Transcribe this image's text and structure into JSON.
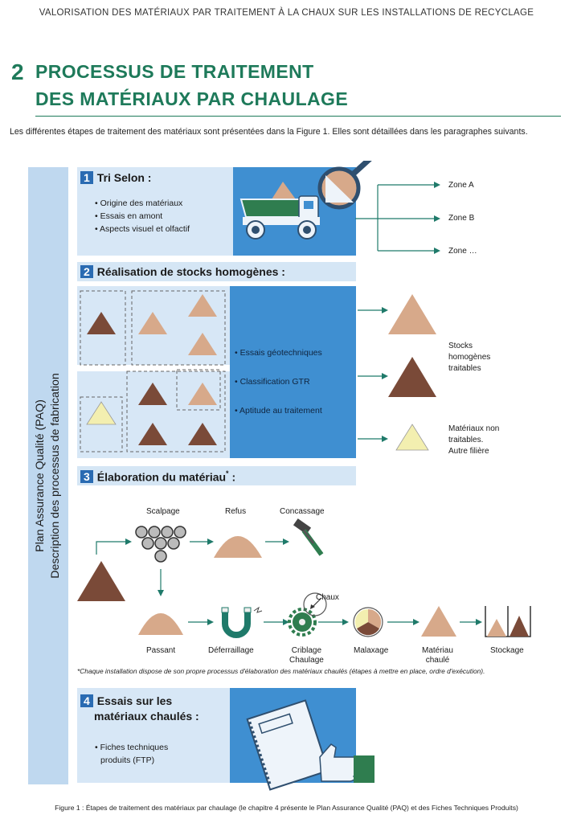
{
  "header": {
    "running_title": "VALORISATION DES MATÉRIAUX PAR TRAITEMENT À LA CHAUX SUR LES INSTALLATIONS DE RECYCLAGE"
  },
  "section": {
    "number": "2",
    "title_line1": "PROCESSUS DE TRAITEMENT",
    "title_line2": "DES MATÉRIAUX PAR CHAULAGE"
  },
  "intro": "Les différentes étapes de traitement des matériaux sont présentées dans la Figure 1. Elles sont détaillées dans les paragraphes suivants.",
  "sidebar": {
    "line1": "Plan Assurance Qualité (PAQ)",
    "line2": "Description des processus de fabrication"
  },
  "step1": {
    "number": "1",
    "title": "Tri Selon :",
    "bullets": [
      "• Origine des matériaux",
      "• Essais en amont",
      "• Aspects visuel et olfactif"
    ],
    "zones": [
      "Zone A",
      "Zone B",
      "Zone …"
    ]
  },
  "step2": {
    "number": "2",
    "title": "Réalisation de stocks homogènes :",
    "bullets": [
      "• Essais géotechniques",
      "• Classification GTR",
      "• Aptitude au traitement"
    ],
    "out1": [
      "Stocks",
      "homogènes",
      "traitables"
    ],
    "out2": [
      "Matériaux non",
      "traitables.",
      "Autre filière"
    ]
  },
  "step3": {
    "number": "3",
    "title": "Élaboration du matériau",
    "title_mark": "*",
    "title_suffix": " :",
    "labels": {
      "scalpage": "Scalpage",
      "refus": "Refus",
      "concassage": "Concassage",
      "passant": "Passant",
      "deferraillage": "Déferraillage",
      "criblage1": "Criblage",
      "criblage2": "Chaulage",
      "chaux": "Chaux",
      "malaxage": "Malaxage",
      "materiau1": "Matériau",
      "materiau2": "chaulé",
      "stockage": "Stockage"
    },
    "footnote": "*Chaque installation dispose de son propre processus d'élaboration des matériaux chaulés (étapes à mettre en place, ordre d'exécution)."
  },
  "step4": {
    "number": "4",
    "title_line1": "Essais sur les",
    "title_line2": "matériaux chaulés :",
    "bullet_line1": "• Fiches techniques",
    "bullet_line2": "produits (FTP)"
  },
  "caption": "Figure 1 : Étapes de traitement des matériaux par chaulage (le chapitre 4 présente le Plan Assurance Qualité (PAQ) et des Fiches Techniques Produits)",
  "colors": {
    "heading_green": "#1e7a5a",
    "accent_blue": "#2a6bb2",
    "panel_dark": "#3f8fd1",
    "panel_light": "#d7e7f6",
    "band": "#bfd8ef",
    "brown": "#7a4a38",
    "tan": "#d7a98a",
    "pale_yellow": "#f3efb0",
    "arrow_green": "#1f7a6a"
  }
}
